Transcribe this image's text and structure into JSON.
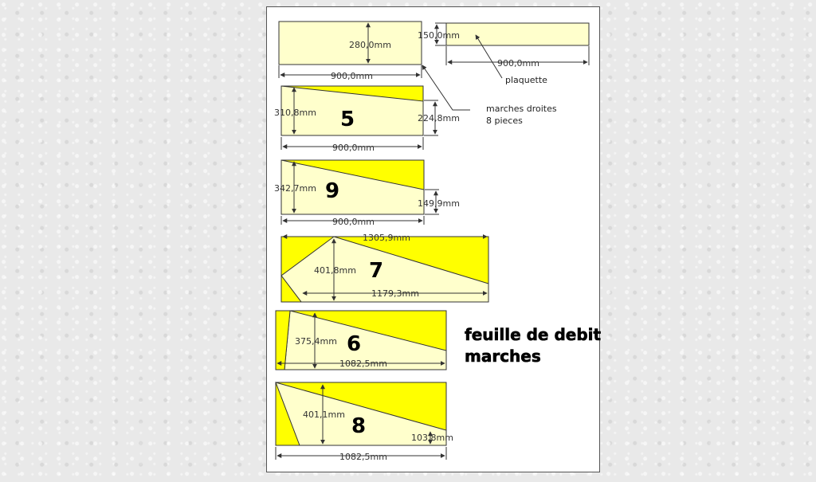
{
  "diagram": {
    "plank_1": {
      "height_label": "280,0mm",
      "width_label": "900,0mm"
    },
    "plank_2": {
      "height_label": "150,0mm",
      "width_label": "900,0mm",
      "note": "plaquette"
    },
    "note_marches": {
      "line1": "marches droites",
      "line2": "8 pieces"
    },
    "piece_5": {
      "number": "5",
      "left_label": "310,8mm",
      "right_label": "224,8mm",
      "width_label": "900,0mm"
    },
    "piece_9": {
      "number": "9",
      "left_label": "342,7mm",
      "right_label": "149,9mm",
      "width_label": "900,0mm"
    },
    "piece_7": {
      "number": "7",
      "top_label": "1305,9mm",
      "height_label": "401,8mm",
      "width_label": "1179,3mm"
    },
    "piece_6": {
      "number": "6",
      "height_label": "375,4mm",
      "width_label": "1082,5mm"
    },
    "piece_8": {
      "number": "8",
      "height_label": "401,1mm",
      "right_label": "103,8mm",
      "width_label": "1082,5mm"
    },
    "title": {
      "line1": "feuille de debit",
      "line2": "marches"
    },
    "colors": {
      "paper": "#ffffcc",
      "yellow": "#ffff00",
      "outline": "#333333"
    }
  }
}
